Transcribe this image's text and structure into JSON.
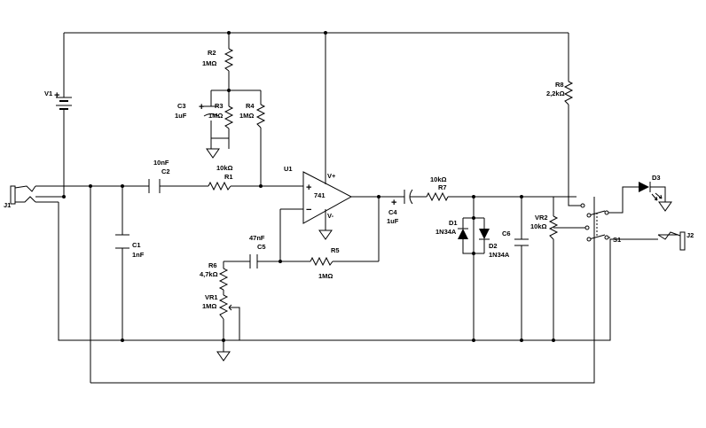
{
  "components": {
    "V1": {
      "ref": "V1",
      "plus": "+"
    },
    "J1": {
      "ref": "J1"
    },
    "J2": {
      "ref": "J2"
    },
    "C1": {
      "ref": "C1",
      "value": "1nF"
    },
    "C2": {
      "ref": "C2",
      "value": "10nF"
    },
    "C3": {
      "ref": "C3",
      "value": "1uF",
      "plus": "+"
    },
    "C4": {
      "ref": "C4",
      "value": "1uF",
      "plus": "+"
    },
    "C5": {
      "ref": "C5",
      "value": "47nF"
    },
    "C6": {
      "ref": "C6"
    },
    "R1": {
      "ref": "R1",
      "value": "10kΩ"
    },
    "R2": {
      "ref": "R2",
      "value": "1MΩ"
    },
    "R3": {
      "ref": "R3",
      "value": "1MΩ"
    },
    "R4": {
      "ref": "R4",
      "value": "1MΩ"
    },
    "R5": {
      "ref": "R5",
      "value": "1MΩ"
    },
    "R6": {
      "ref": "R6",
      "value": "4,7kΩ"
    },
    "R7": {
      "ref": "R7",
      "value": "10kΩ"
    },
    "R8": {
      "ref": "R8",
      "value": "2,2kΩ"
    },
    "VR1": {
      "ref": "VR1",
      "value": "1MΩ"
    },
    "VR2": {
      "ref": "VR2",
      "value": "10kΩ"
    },
    "U1": {
      "ref": "U1",
      "model": "741",
      "vplus": "V+",
      "vminus": "V-",
      "in_plus": "+",
      "in_minus": "−"
    },
    "D1": {
      "ref": "D1",
      "model": "1N34A"
    },
    "D2": {
      "ref": "D2",
      "model": "1N34A"
    },
    "D3": {
      "ref": "D3"
    },
    "S1": {
      "ref": "S1"
    }
  }
}
